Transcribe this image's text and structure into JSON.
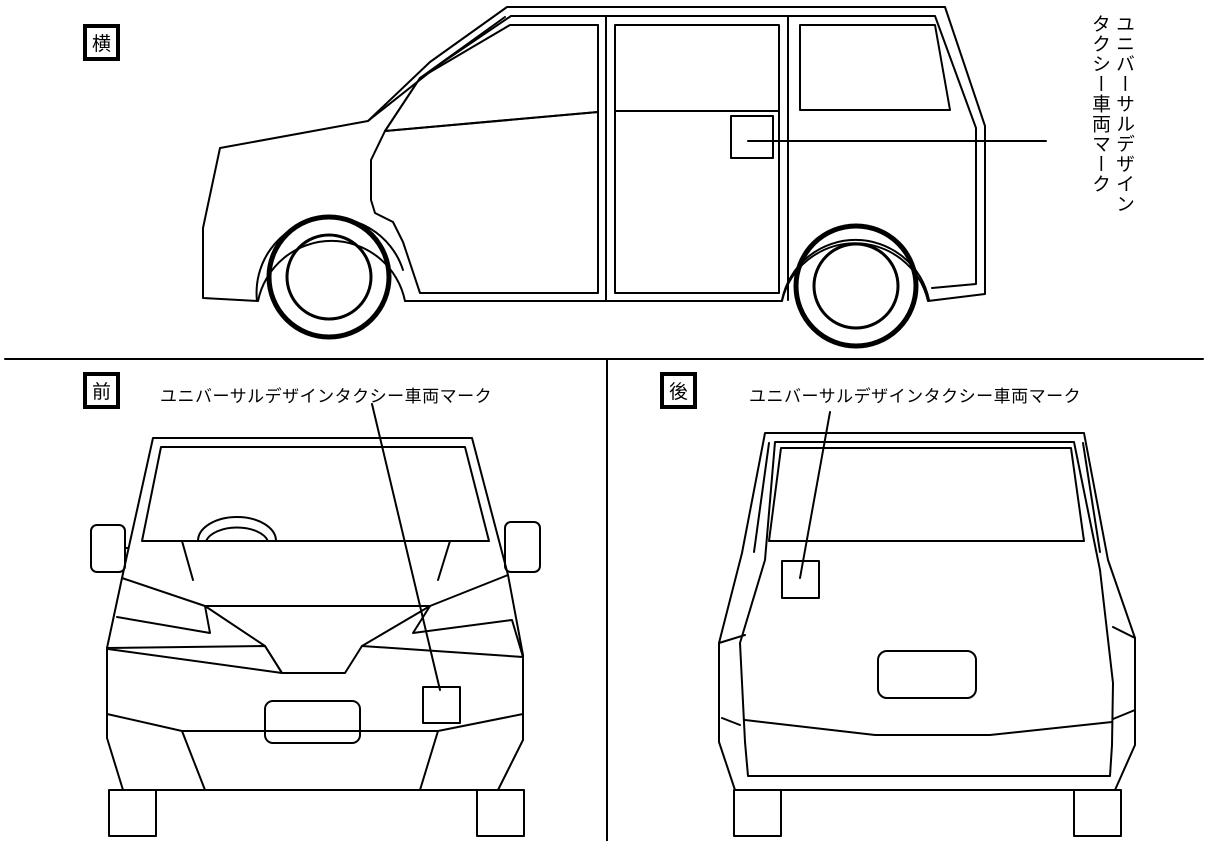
{
  "views": {
    "side": {
      "tag": "横",
      "callout_line1": "ユニバーサルデザイン",
      "callout_line2": "タクシー車両マーク"
    },
    "front": {
      "tag": "前",
      "callout": "ユニバーサルデザインタクシー車両マーク"
    },
    "rear": {
      "tag": "後",
      "callout": "ユニバーサルデザインタクシー車両マーク"
    }
  },
  "colors": {
    "line": "#000000",
    "background": "#ffffff"
  }
}
